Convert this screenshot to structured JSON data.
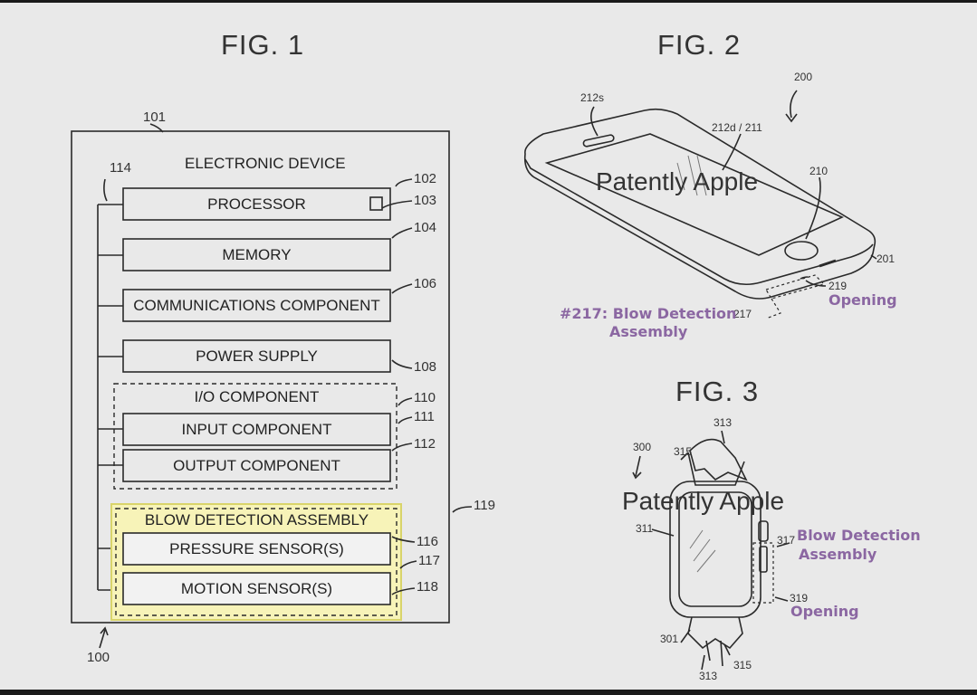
{
  "fig1": {
    "title": "FIG. 1",
    "device_title": "ELECTRONIC DEVICE",
    "refs": {
      "r100": "100",
      "r101": "101",
      "r102": "102",
      "r103": "103",
      "r104": "104",
      "r106": "106",
      "r108": "108",
      "r110": "110",
      "r111": "111",
      "r112": "112",
      "r114": "114",
      "r116": "116",
      "r117": "117",
      "r118": "118",
      "r119": "119"
    },
    "boxes": {
      "processor": "PROCESSOR",
      "memory": "MEMORY",
      "communications": "COMMUNICATIONS COMPONENT",
      "power": "POWER SUPPLY",
      "io": "I/O COMPONENT",
      "input": "INPUT COMPONENT",
      "output": "OUTPUT COMPONENT",
      "blow": "BLOW DETECTION ASSEMBLY",
      "pressure": "PRESSURE SENSOR(S)",
      "motion": "MOTION SENSOR(S)"
    },
    "colors": {
      "highlight": "#f7f3b8",
      "highlight_border": "#d9d46a"
    }
  },
  "fig2": {
    "title": "FIG. 2",
    "refs": {
      "r200": "200",
      "r201": "201",
      "r210": "210",
      "r212d": "212d / 211",
      "r212s": "212s",
      "r217": "217",
      "r219": "219"
    },
    "watermark": "Patently Apple",
    "note_blow_line1": "#217: Blow Detection",
    "note_blow_line2": "Assembly",
    "note_opening": "Opening"
  },
  "fig3": {
    "title": "FIG. 3",
    "refs": {
      "r300": "300",
      "r301": "301",
      "r311": "311",
      "r313_top": "313",
      "r313_bottom": "313",
      "r315_top": "315",
      "r315_bottom": "315",
      "r317": "317",
      "r319": "319"
    },
    "watermark": "Patently Apple",
    "note_blow_line1": "Blow Detection",
    "note_blow_line2": "Assembly",
    "note_opening": "Opening"
  },
  "colors": {
    "annotation": "#8b67a2",
    "background": "#e9e9e9",
    "line": "#2a2a2a"
  }
}
